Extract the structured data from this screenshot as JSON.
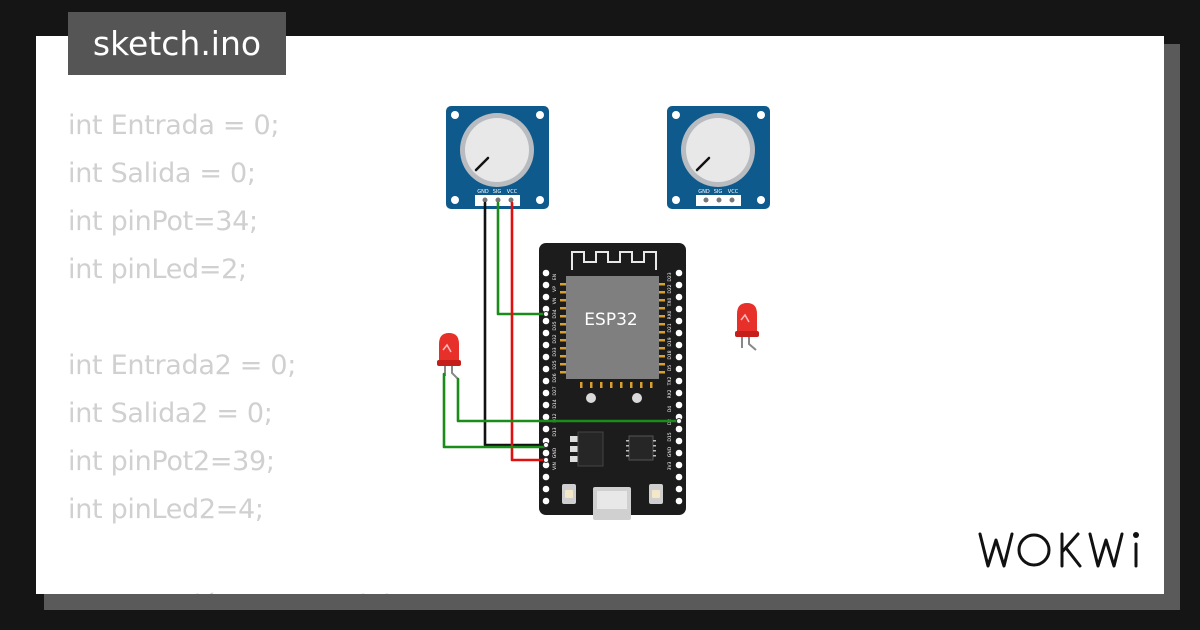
{
  "header": {
    "filename": "sketch.ino"
  },
  "code": {
    "lines": [
      "int Entrada = 0;",
      "int Salida = 0;",
      "int pinPot=34;",
      "int pinLed=2;",
      "",
      "int Entrada2 = 0;",
      "int Salida2 = 0;",
      "int pinPot2=39;",
      "int pinLed2=4;",
      "",
      "//Conversión Lectura del PWM"
    ]
  },
  "components": {
    "potentiometer_pins": [
      "GND",
      "SIG",
      "VCC"
    ],
    "board_chip_label": "ESP32",
    "board_left_pins": [
      "EN",
      "VP",
      "VN",
      "D34",
      "D35",
      "D32",
      "D33",
      "D25",
      "D26",
      "D27",
      "D14",
      "D12",
      "D13",
      "GND",
      "VIN"
    ],
    "board_right_pins": [
      "D23",
      "D22",
      "TX0",
      "RX0",
      "D21",
      "D19",
      "D18",
      "D5",
      "TX2",
      "RX2",
      "D4",
      "D2",
      "D15",
      "GND",
      "3V3"
    ]
  },
  "colors": {
    "board": "#1c1c1c",
    "pcb_blue": "#0f5a8c",
    "wire_green": "#1a8c1a",
    "wire_red": "#e01010",
    "wire_black": "#111111",
    "led_red": "#e8302a"
  },
  "brand": {
    "logo_text": "WOKWI"
  }
}
